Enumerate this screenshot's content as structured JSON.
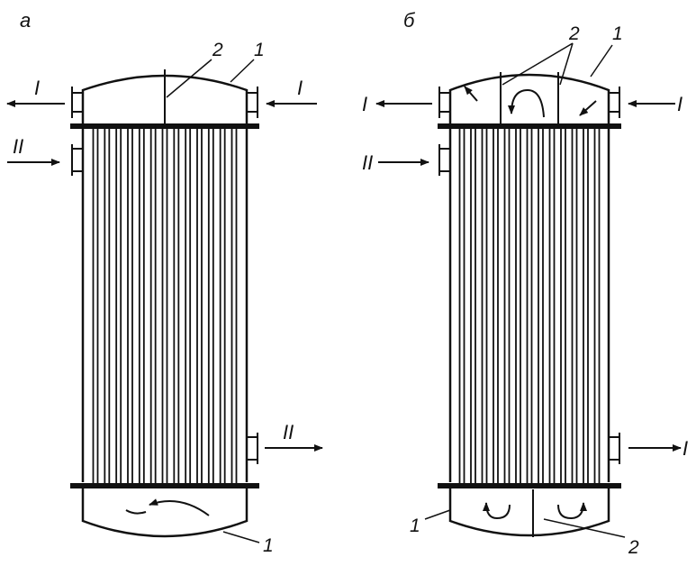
{
  "figure": {
    "panel_a": {
      "panel_label": "а",
      "labels": {
        "part_1_top": "1",
        "part_2_top": "2",
        "part_1_bottom": "1",
        "stream_in_top": "I",
        "stream_out_top": "I",
        "stream_in_shell": "II",
        "stream_out_shell": "II"
      }
    },
    "panel_b": {
      "panel_label": "б",
      "labels": {
        "part_1_top": "1",
        "part_2_top": "2",
        "part_1_bottom": "1",
        "part_2_bottom": "2",
        "stream_in_top": "I",
        "stream_out_top": "I",
        "stream_in_shell": "II",
        "stream_out_bottom": "I"
      }
    },
    "colors": {
      "line": "#111111",
      "background": "#ffffff"
    }
  }
}
